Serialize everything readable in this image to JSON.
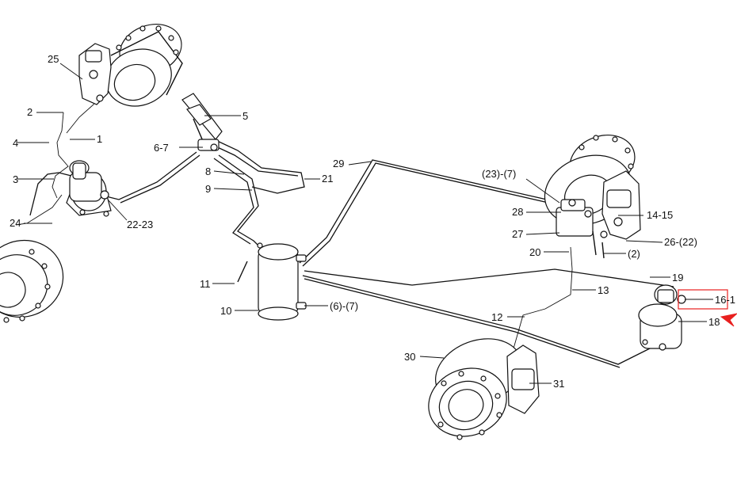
{
  "labels": {
    "l25": "25",
    "l2": "2",
    "l1": "1",
    "l4": "4",
    "l3": "3",
    "l24": "24",
    "l22_23": "22-23",
    "l5": "5",
    "l6_7": "6-7",
    "l8": "8",
    "l9": "9",
    "l21": "21",
    "l29": "29",
    "l11": "11",
    "l10": "10",
    "l6_7b": "(6)-(7)",
    "l23_7": "(23)-(7)",
    "l28": "28",
    "l27": "27",
    "l14_15": "14-15",
    "l26_22": "26-(22)",
    "l2b": "(2)",
    "l20": "20",
    "l13": "13",
    "l19": "19",
    "l16_1": "16-1",
    "l18": "18",
    "l12": "12",
    "l30": "30",
    "l31": "31"
  },
  "colors": {
    "line": "#111111",
    "highlight": "#e8201f",
    "background": "#ffffff"
  },
  "highlight": {
    "target_label": "16-1",
    "indicator": "red-arrow"
  }
}
